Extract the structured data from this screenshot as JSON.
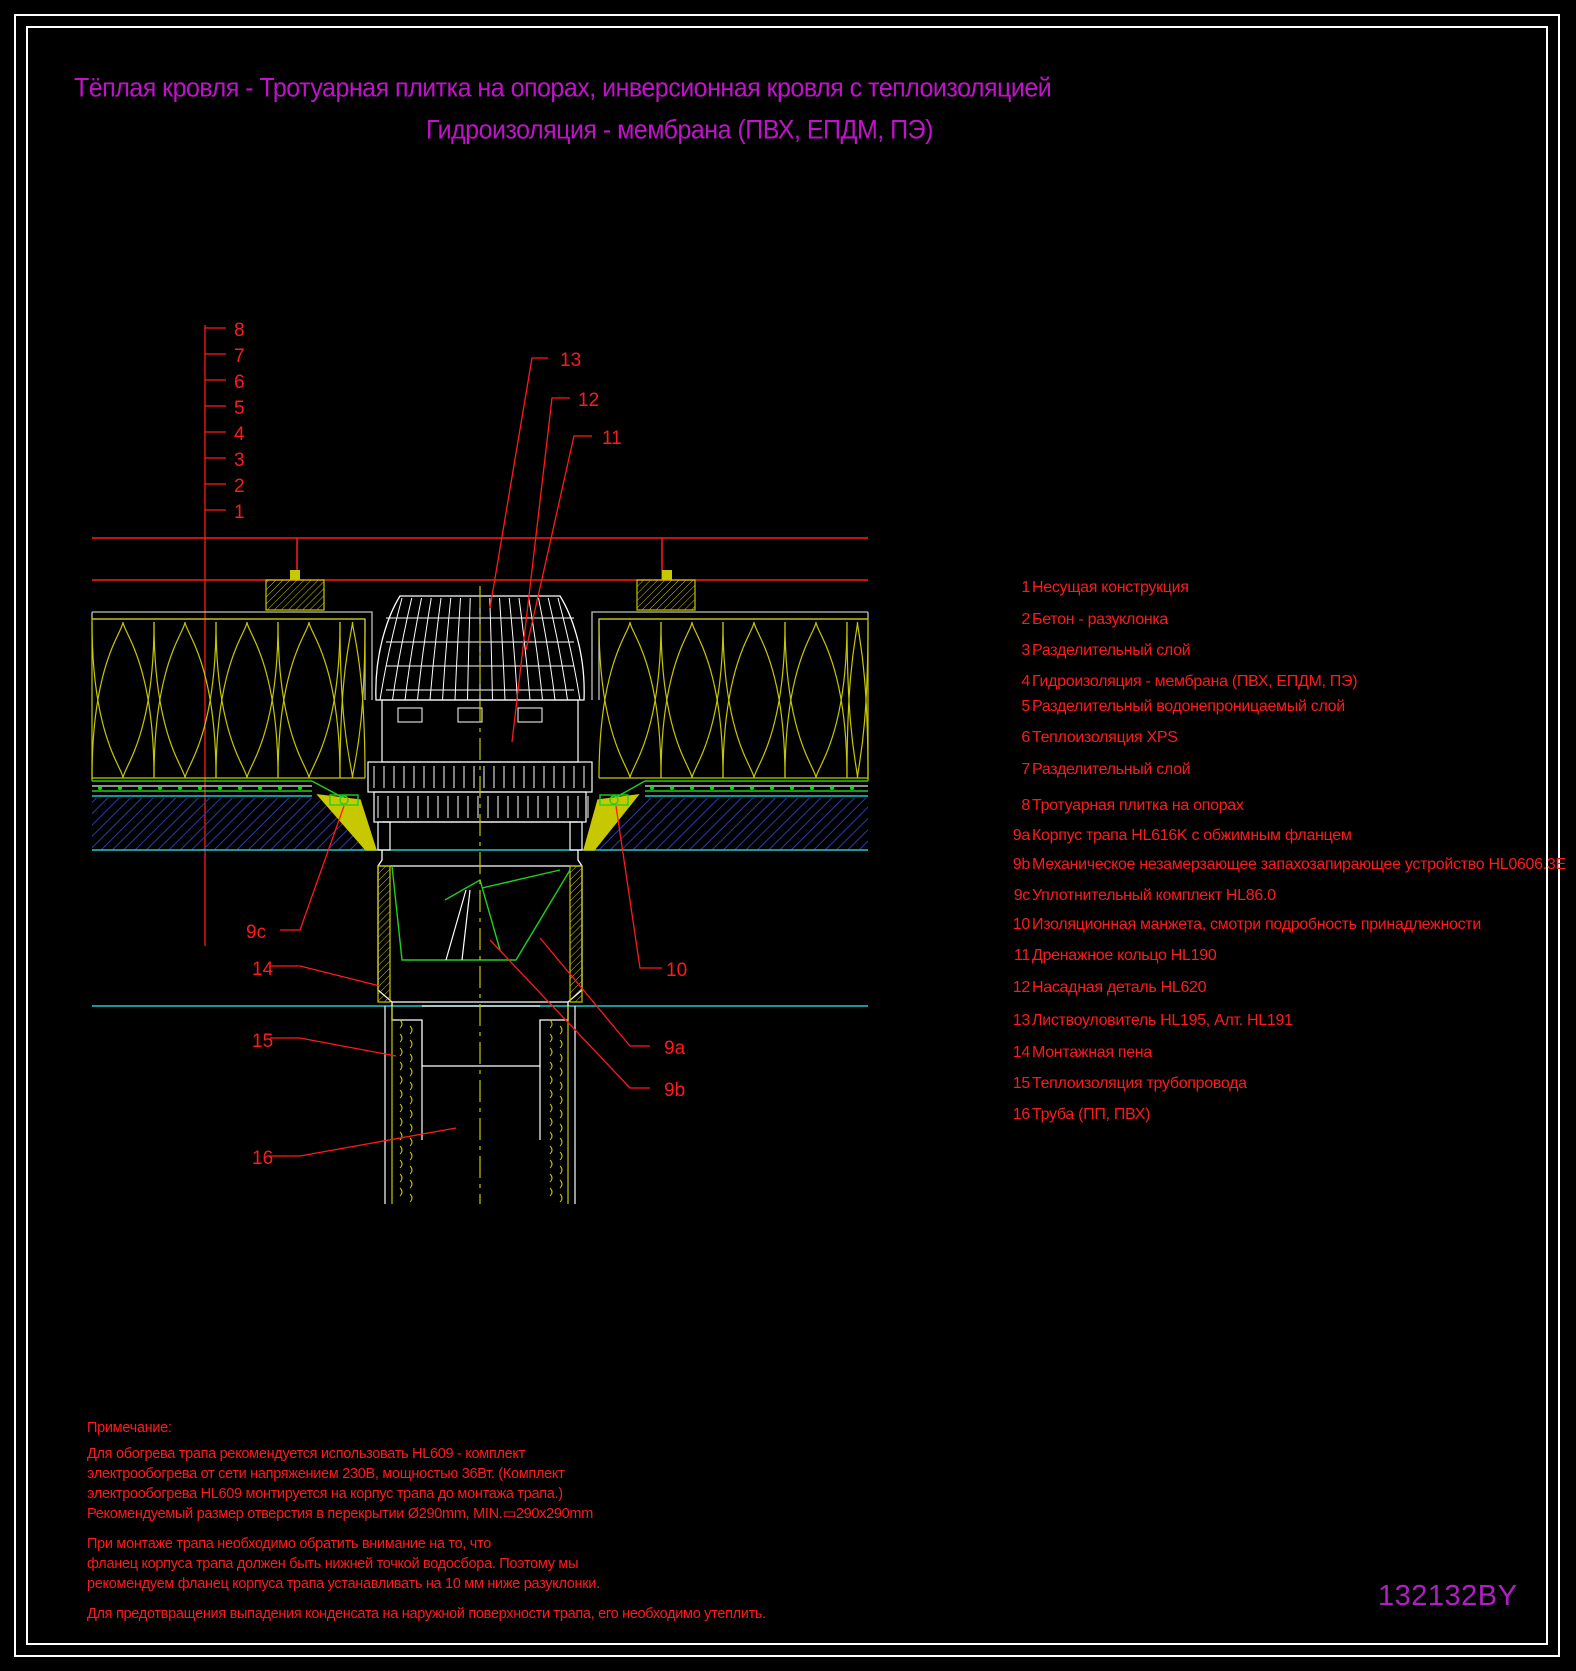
{
  "title": {
    "line1": "Тёплая кровля - Тротуарная плитка на опорах, инверсионная кровля с теплоизоляцией",
    "line2": "Гидроизоляция - мембрана (ПВХ, ЕПДМ, ПЭ)"
  },
  "layer_labels": [
    "8",
    "7",
    "6",
    "5",
    "4",
    "3",
    "2",
    "1"
  ],
  "callouts": {
    "c13": "13",
    "c12": "12",
    "c11": "11",
    "c9c": "9c",
    "c14": "14",
    "c10": "10",
    "c15": "15",
    "c9a": "9a",
    "c9b": "9b",
    "c16": "16"
  },
  "legend": [
    {
      "num": "1",
      "text": "Несущая конструкция"
    },
    {
      "num": "2",
      "text": "Бетон - разуклонка"
    },
    {
      "num": "3",
      "text": "Разделительный слой"
    },
    {
      "num": "4",
      "text": "Гидроизоляция - мембрана (ПВХ, ЕПДМ, ПЭ)"
    },
    {
      "num": "5",
      "text": "Разделительный водонепроницаемый слой"
    },
    {
      "num": "6",
      "text": "Теплоизоляция XPS"
    },
    {
      "num": "7",
      "text": "Разделительный слой"
    },
    {
      "num": "8",
      "text": "Тротуарная плитка на опорах"
    },
    {
      "num": "9a",
      "text": "Корпус трапа HL616K с обжимным фланцем"
    },
    {
      "num": "9b",
      "text": "Механическое незамерзающее запахозапирающее устройство HL0606.3E"
    },
    {
      "num": "9c",
      "text": "Уплотнительный комплект HL86.0"
    },
    {
      "num": "10",
      "text": "Изоляционная манжета, смотри подробность принадлежности"
    },
    {
      "num": "11",
      "text": "Дренажное кольцо HL190"
    },
    {
      "num": "12",
      "text": "Насадная деталь HL620"
    },
    {
      "num": "13",
      "text": "Листвоуловитель HL195, Алт. HL191"
    },
    {
      "num": "14",
      "text": "Монтажная пена"
    },
    {
      "num": "15",
      "text": "Теплоизоляция трубопровода"
    },
    {
      "num": "16",
      "text": "Труба (ПП, ПВХ)"
    }
  ],
  "notes": {
    "heading": "Примечание:",
    "p1": [
      "Для обогрева трапа рекомендуется использовать HL609 - комплект",
      "электрообогрева от сети напряжением 230В, мощностью 36Вт. (Комплект",
      "электрообогрева HL609 монтируется на корпус трапа до монтажа трапа.)",
      "Рекомендуемый размер отверстия в перекрытии Ø290mm, MIN.▭290x290mm"
    ],
    "p2": [
      "При монтаже трапа необходимо обратить внимание на то, что",
      "фланец корпуса трапа должен быть нижней точкой водосбора. Поэтому мы",
      "рекомендуем фланец корпуса трапа устанавливать на 10 мм ниже разуклонки."
    ],
    "p3": "Для предотвращения выпадения конденсата на наружной поверхности трапа, его необходимо утеплить."
  },
  "drawing_code": "132132BY"
}
